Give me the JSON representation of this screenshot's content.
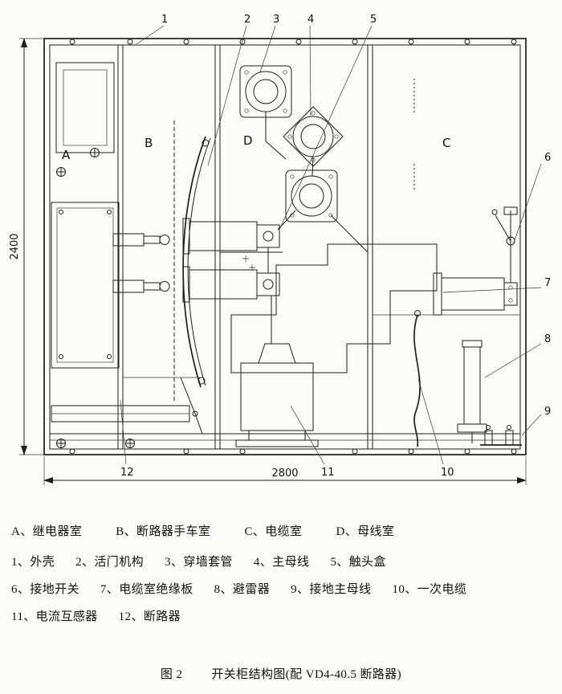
{
  "drawing": {
    "compartments": {
      "a": "A",
      "b": "B",
      "c": "C",
      "d": "D"
    },
    "callouts": {
      "c1": "1",
      "c2": "2",
      "c3": "3",
      "c4": "4",
      "c5": "5",
      "c6": "6",
      "c7": "7",
      "c8": "8",
      "c9": "9",
      "c10": "10",
      "c11": "11",
      "c12": "12"
    },
    "dimensions": {
      "height": "2400",
      "width": "2800"
    }
  },
  "legend": {
    "rooms": [
      "A、继电器室",
      "B、断路器手车室",
      "C、电缆室",
      "D、母线室"
    ],
    "parts_row1": [
      "1、外壳",
      "2、活门机构",
      "3、穿墙套管",
      "4、主母线",
      "5、触头盒"
    ],
    "parts_row2": [
      "6、接地开关",
      "7、电缆室绝缘板",
      "8、避雷器",
      "9、接地主母线",
      "10、一次电缆"
    ],
    "parts_row3": [
      "11、电流互感器",
      "12、断路器"
    ]
  },
  "caption": {
    "fig": "图 2",
    "title": "开关柜结构图(配 VD4-40.5 断路器)"
  }
}
